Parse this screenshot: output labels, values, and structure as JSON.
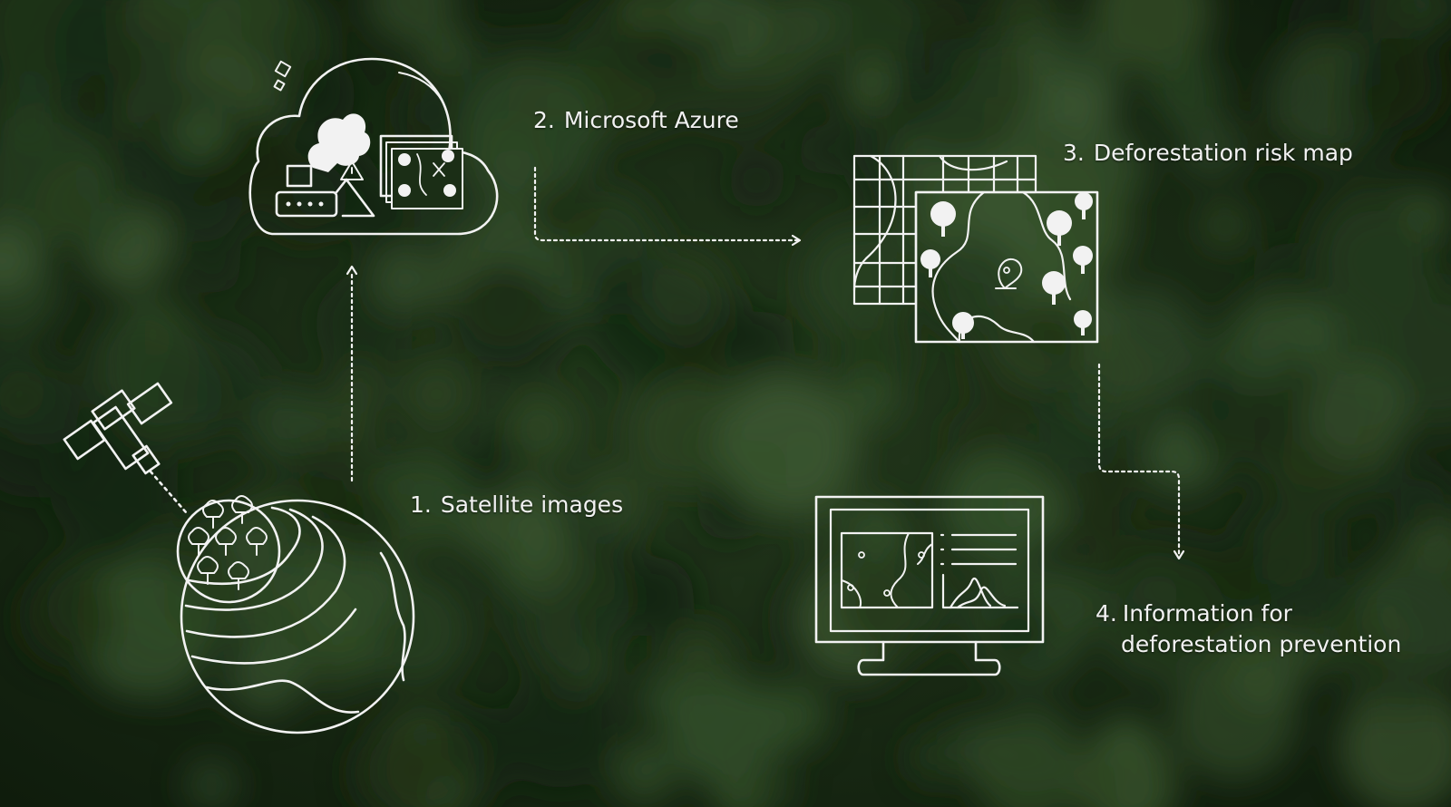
{
  "steps": [
    {
      "num": "1.",
      "label": "Satellite images"
    },
    {
      "num": "2.",
      "label": "Microsoft Azure"
    },
    {
      "num": "3.",
      "label": "Deforestation risk map"
    },
    {
      "num": "4.",
      "label_line1": "Information for",
      "label_line2": "deforestation prevention"
    }
  ],
  "icons": [
    "satellite-icon",
    "globe-icon",
    "cloud-icon",
    "risk-map-icon",
    "monitor-icon"
  ],
  "colors": {
    "line": "#f2f2f2",
    "background": "#1b2e16"
  }
}
